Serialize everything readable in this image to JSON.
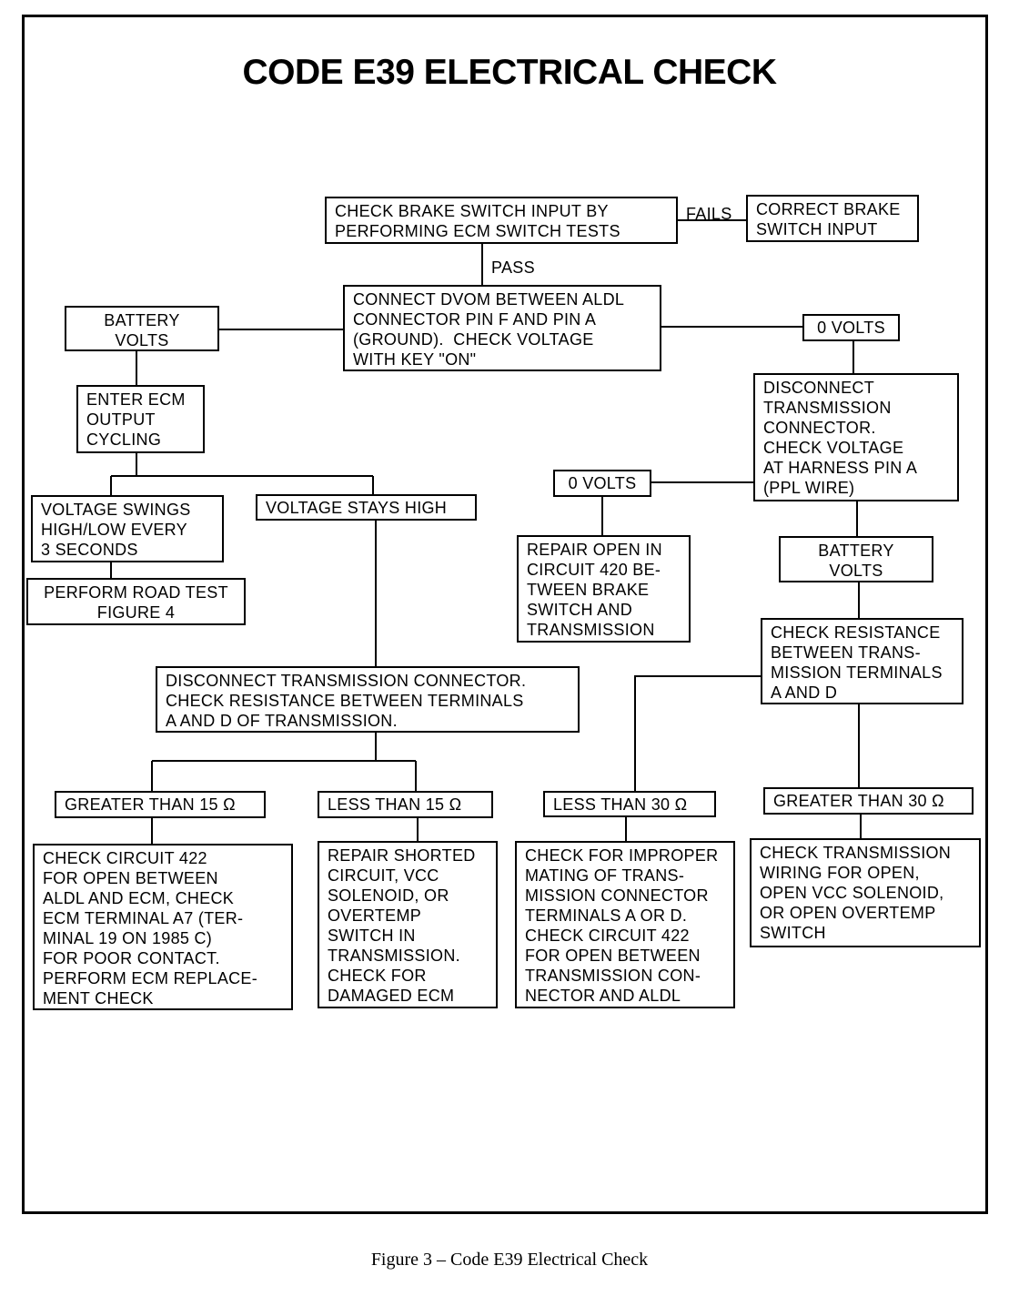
{
  "title": "CODE E39 ELECTRICAL CHECK",
  "caption": "Figure 3 – Code E39 Electrical Check",
  "boxes": {
    "brake_switch_check": "CHECK BRAKE SWITCH INPUT BY\nPERFORMING ECM SWITCH TESTS",
    "correct_brake": "CORRECT BRAKE\nSWITCH INPUT",
    "connect_dvom": "CONNECT DVOM BETWEEN ALDL\nCONNECTOR PIN F AND PIN A\n(GROUND).  CHECK VOLTAGE\nWITH KEY \"ON\"",
    "battery_volts_left": "BATTERY\nVOLTS",
    "zero_volts_right": "0 VOLTS",
    "enter_ecm": "ENTER ECM\nOUTPUT\nCYCLING",
    "disconnect_trans_right": "DISCONNECT\nTRANSMISSION\nCONNECTOR.\nCHECK VOLTAGE\nAT HARNESS PIN A\n(PPL WIRE)",
    "voltage_swings": "VOLTAGE SWINGS\nHIGH/LOW EVERY\n3 SECONDS",
    "voltage_stays_high": "VOLTAGE STAYS HIGH",
    "zero_volts_mid": "0 VOLTS",
    "perform_road_test": "PERFORM ROAD TEST\nFIGURE 4",
    "repair_open_420": "REPAIR OPEN IN\nCIRCUIT 420 BE-\nTWEEN BRAKE\nSWITCH AND\nTRANSMISSION",
    "battery_volts_right": "BATTERY\nVOLTS",
    "check_resistance_right": "CHECK RESISTANCE\nBETWEEN TRANS-\nMISSION TERMINALS\nA AND D",
    "disconnect_trans_center": "DISCONNECT TRANSMISSION CONNECTOR.\nCHECK RESISTANCE BETWEEN TERMINALS\nA AND D OF TRANSMISSION.",
    "greater_15": "GREATER THAN 15 Ω",
    "less_15": "LESS THAN 15 Ω",
    "less_30": "LESS THAN 30 Ω",
    "greater_30": "GREATER THAN 30 Ω",
    "check_circuit_422_ecm": "CHECK CIRCUIT 422\nFOR OPEN BETWEEN\nALDL AND ECM, CHECK\nECM TERMINAL A7 (TER-\nMINAL 19 ON 1985 C)\nFOR POOR CONTACT.\nPERFORM ECM REPLACE-\nMENT CHECK",
    "repair_shorted": "REPAIR SHORTED\nCIRCUIT, VCC\nSOLENOID, OR\nOVERTEMP\nSWITCH IN\nTRANSMISSION.\nCHECK FOR\nDAMAGED ECM",
    "check_improper_mating": "CHECK FOR IMPROPER\nMATING OF TRANS-\nMISSION CONNECTOR\nTERMINALS A OR D.\nCHECK CIRCUIT 422\nFOR OPEN BETWEEN\nTRANSMISSION CON-\nNECTOR AND ALDL",
    "check_trans_wiring": "CHECK TRANSMISSION\nWIRING FOR OPEN,\nOPEN VCC SOLENOID,\nOR OPEN OVERTEMP\nSWITCH"
  },
  "labels": {
    "fails": "FAILS",
    "pass": "PASS"
  }
}
